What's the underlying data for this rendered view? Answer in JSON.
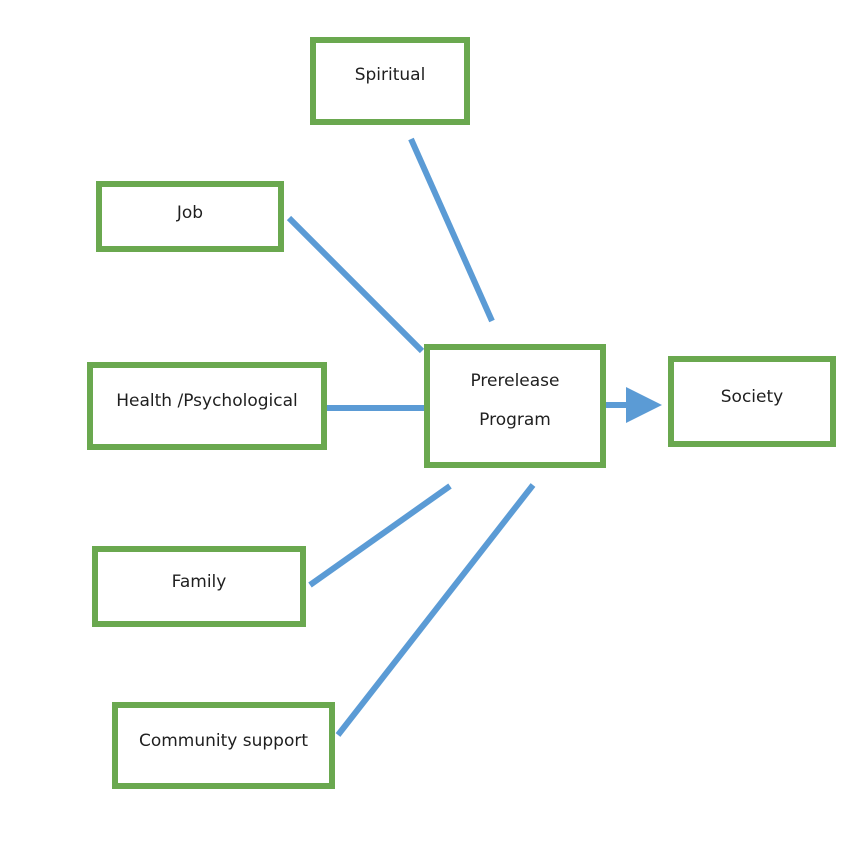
{
  "diagram": {
    "colors": {
      "box_border": "#6aa84f",
      "connector": "#5b9bd5",
      "text": "#1f1f1f"
    },
    "nodes": {
      "spiritual": {
        "label": "Spiritual"
      },
      "job": {
        "label": "Job"
      },
      "health": {
        "label": "Health /Psychological"
      },
      "prerelease": {
        "label_line1": "Prerelease",
        "label_line2": "Program"
      },
      "society": {
        "label": "Society"
      },
      "family": {
        "label": "Family"
      },
      "community": {
        "label": "Community support"
      }
    },
    "edges": [
      {
        "from": "spiritual",
        "to": "prerelease",
        "arrow": false
      },
      {
        "from": "job",
        "to": "prerelease",
        "arrow": false
      },
      {
        "from": "health",
        "to": "prerelease",
        "arrow": false
      },
      {
        "from": "family",
        "to": "prerelease",
        "arrow": false
      },
      {
        "from": "community",
        "to": "prerelease",
        "arrow": false
      },
      {
        "from": "prerelease",
        "to": "society",
        "arrow": true
      }
    ]
  }
}
